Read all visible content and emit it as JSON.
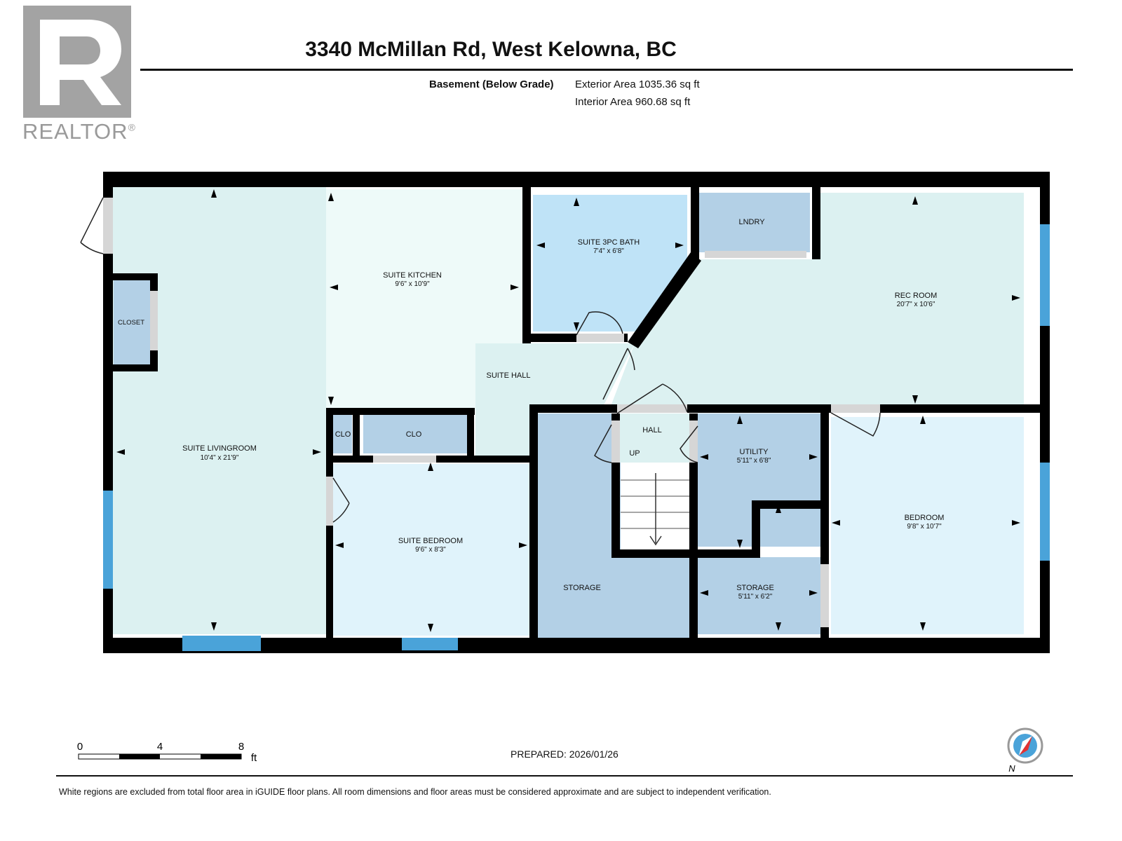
{
  "header": {
    "address": "3340 McMillan Rd, West Kelowna, BC",
    "level": "Basement (Below Grade)",
    "exterior_area": "Exterior Area 1035.36 sq ft",
    "interior_area": "Interior Area 960.68 sq ft"
  },
  "logo": {
    "letter": "R",
    "wordmark": "REALTOR",
    "registered": "®"
  },
  "rooms": {
    "suite_livingroom": {
      "name": "SUITE LIVINGROOM",
      "dims": "10'4\" x 21'9\""
    },
    "suite_kitchen": {
      "name": "SUITE KITCHEN",
      "dims": "9'6\" x 10'9\""
    },
    "suite_3pc_bath": {
      "name": "SUITE 3PC BATH",
      "dims": "7'4\" x 6'8\""
    },
    "lndry": {
      "name": "LNDRY"
    },
    "rec_room": {
      "name": "REC ROOM",
      "dims": "20'7\" x 10'6\""
    },
    "closet": {
      "name": "CLOSET"
    },
    "suite_hall": {
      "name": "SUITE HALL"
    },
    "clo_small": {
      "name": "CLO"
    },
    "clo_large": {
      "name": "CLO"
    },
    "hall": {
      "name": "HALL"
    },
    "stairs": {
      "name": "UP"
    },
    "utility": {
      "name": "UTILITY",
      "dims": "5'11\" x 6'8\""
    },
    "bedroom": {
      "name": "BEDROOM",
      "dims": "9'8\" x 10'7\""
    },
    "suite_bedroom": {
      "name": "SUITE BEDROOM",
      "dims": "9'6\" x 8'3\""
    },
    "storage_main": {
      "name": "STORAGE"
    },
    "storage_small": {
      "name": "STORAGE",
      "dims": "5'11\" x 6'2\""
    }
  },
  "scale": {
    "ticks": [
      "0",
      "4",
      "8"
    ],
    "unit": "ft"
  },
  "compass": {
    "label": "N"
  },
  "prepared": "PREPARED: 2026/01/26",
  "footer": "White regions are excluded from total floor area in iGUIDE floor plans. All room dimensions and floor areas must be considered approximate and are subject to independent verification.",
  "colors": {
    "wall": "#000000",
    "mint": "#dcf1f1",
    "pale_mint": "#eefaf9",
    "light_blue": "#bfe3f7",
    "ice_blue": "#e0f3fb",
    "steel_blue": "#b3d0e6",
    "window": "#4aa3d9",
    "opening": "#d6d6d6"
  }
}
